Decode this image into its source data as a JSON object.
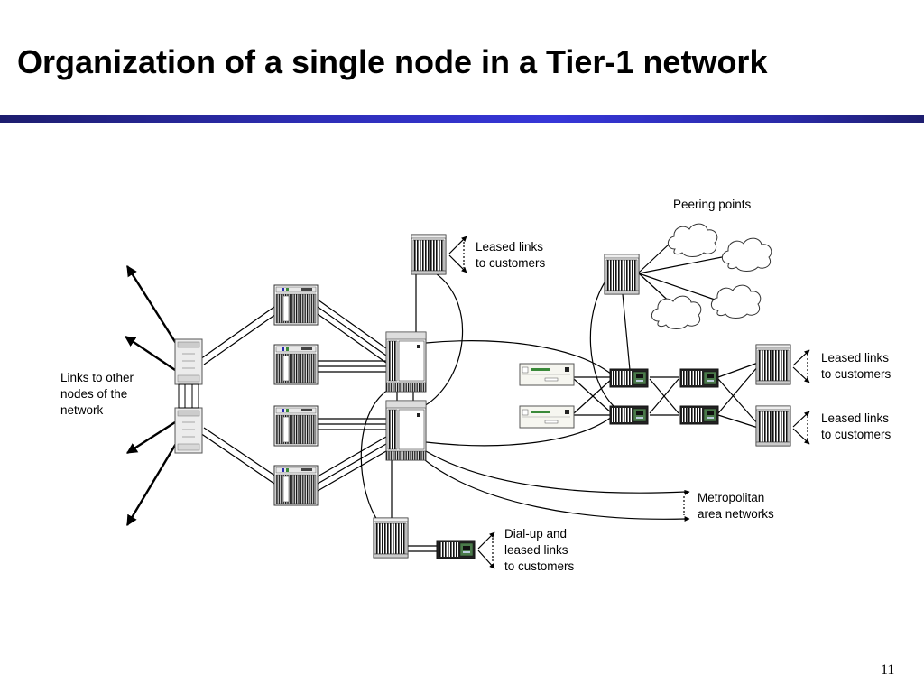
{
  "slide": {
    "title": "Organization of a single node in a Tier-1 network",
    "number": "11"
  },
  "labels": {
    "other_nodes": [
      "Links to other",
      "nodes of the",
      "network"
    ],
    "peering": "Peering points",
    "leased_top": [
      "Leased links",
      "to customers"
    ],
    "leased_right_1": [
      "Leased links",
      "to customers"
    ],
    "leased_right_2": [
      "Leased links",
      "to customers"
    ],
    "metro": [
      "Metropolitan",
      "area networks"
    ],
    "dialup": [
      "Dial-up and",
      "leased links",
      "to customers"
    ]
  },
  "colors": {
    "rule_dark": "#1d1d6e",
    "rule_light": "#3636d8",
    "equipment_green": "#4a7a4a"
  },
  "icons": [
    "core-switch-icon",
    "router-chassis-icon",
    "access-router-icon",
    "desktop-server-icon",
    "modem-bank-icon",
    "cloud-icon"
  ]
}
